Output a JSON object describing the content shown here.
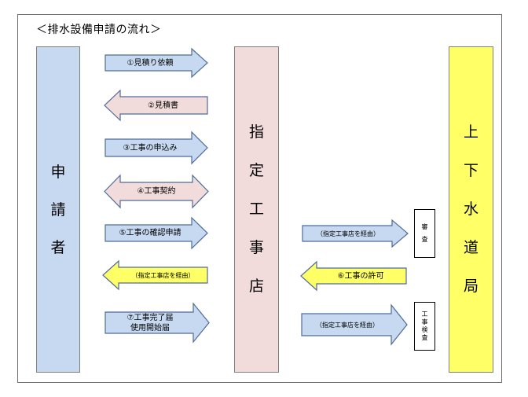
{
  "title": "＜排水設備申請の流れ＞",
  "columns": {
    "applicant": [
      "申",
      "請",
      "者"
    ],
    "contractor": [
      "指",
      "定",
      "工",
      "事",
      "店"
    ],
    "waterworks": [
      "上",
      "下",
      "水",
      "道",
      "局"
    ]
  },
  "arrows": {
    "a1": [
      "①見積り依頼"
    ],
    "a2": [
      "②見積書"
    ],
    "a3": [
      "③工事の申込み"
    ],
    "a4": [
      "④工事契約"
    ],
    "a5": [
      "⑤工事の確認申請"
    ],
    "a6": [
      "（指定工事店を経由）"
    ],
    "a7": [
      "⑦工事完了届",
      "使用開始届"
    ],
    "b1": [
      "（指定工事店を経由）"
    ],
    "b2": [
      "⑥工事の許可"
    ],
    "b3": [
      "（指定工事店を経由）"
    ]
  },
  "boxes": {
    "review": [
      "審",
      "査"
    ],
    "inspection": [
      "工",
      "事",
      "検",
      "査"
    ]
  },
  "colors": {
    "blue_fill": "#c6d9f1",
    "pink_fill": "#f2dcdb",
    "yellow_fill": "#ffff66",
    "stroke": "#4f6b9a"
  }
}
